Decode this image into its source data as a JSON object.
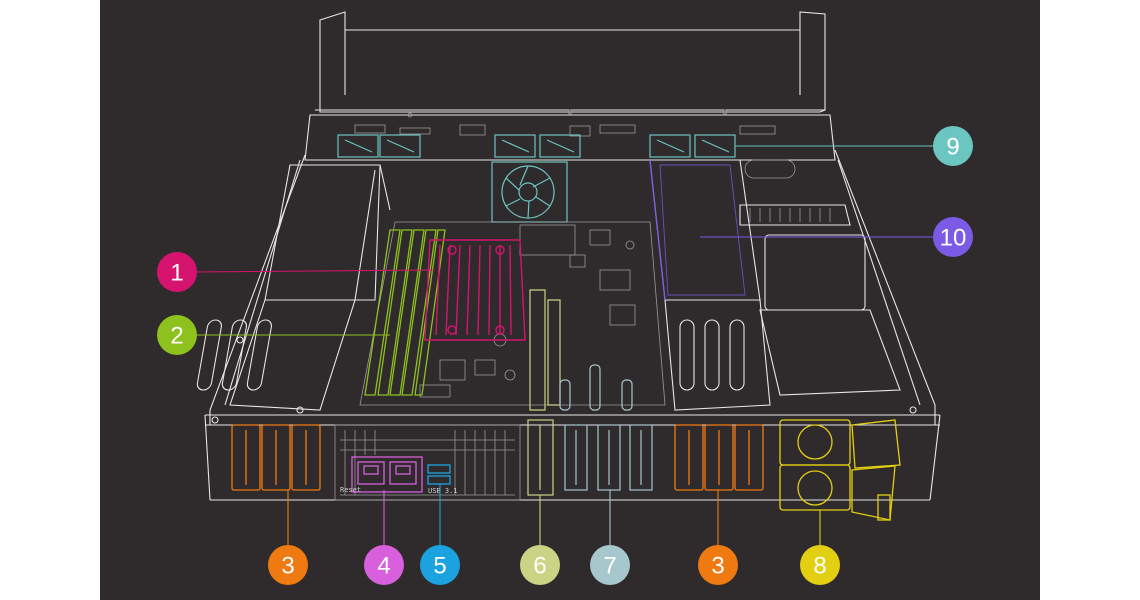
{
  "figure": {
    "background_color": "#2f2a2c",
    "line_color": "#e6e6e6",
    "port_labels": {
      "reset": "Reset",
      "usb": "USB 3.1"
    }
  },
  "callouts": [
    {
      "id": "cpu-heatsink",
      "number": "1",
      "color": "#d6146f"
    },
    {
      "id": "memory-slots",
      "number": "2",
      "color": "#8dc11e"
    },
    {
      "id": "drive-bays-left",
      "number": "3",
      "color": "#f07a12"
    },
    {
      "id": "lan-ports",
      "number": "4",
      "color": "#d860dc"
    },
    {
      "id": "usb-ports",
      "number": "5",
      "color": "#1ba3e0"
    },
    {
      "id": "pcie-slot-a",
      "number": "6",
      "color": "#c9d484"
    },
    {
      "id": "pcie-slots-b",
      "number": "7",
      "color": "#a6c8cc"
    },
    {
      "id": "drive-bays-right",
      "number": "3",
      "color": "#f07a12"
    },
    {
      "id": "power-supplies",
      "number": "8",
      "color": "#e3cf12"
    },
    {
      "id": "front-fans",
      "number": "9",
      "color": "#6bc5c0"
    },
    {
      "id": "drive-cage",
      "number": "10",
      "color": "#7b5be5"
    }
  ]
}
